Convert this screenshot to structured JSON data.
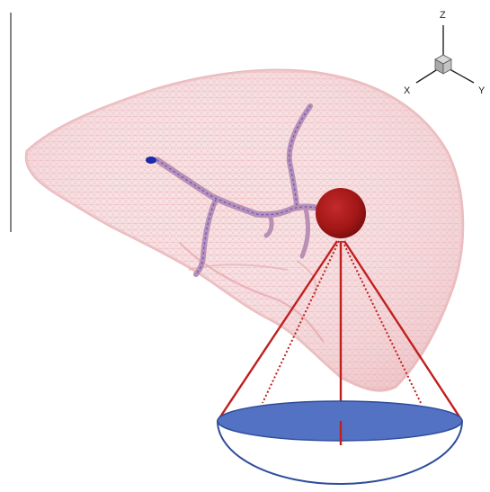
{
  "axes_triad": {
    "z_label": "Z",
    "x_label": "X",
    "y_label": "Y"
  },
  "colors": {
    "liver_mesh": "#e9a7ab",
    "liver_fill": "#f6d9db",
    "vessel": "#b98fb6",
    "vessel_dots": "#5a5ec9",
    "source_sphere": "#a31818",
    "cone_lines": "#c01f1f",
    "dish_fill": "#5472c4",
    "dish_outline": "#2d4c9a",
    "marker": "#1c2aa8",
    "scale_bar": "#333333"
  },
  "icons": {
    "triad_cube": "cube-icon"
  }
}
